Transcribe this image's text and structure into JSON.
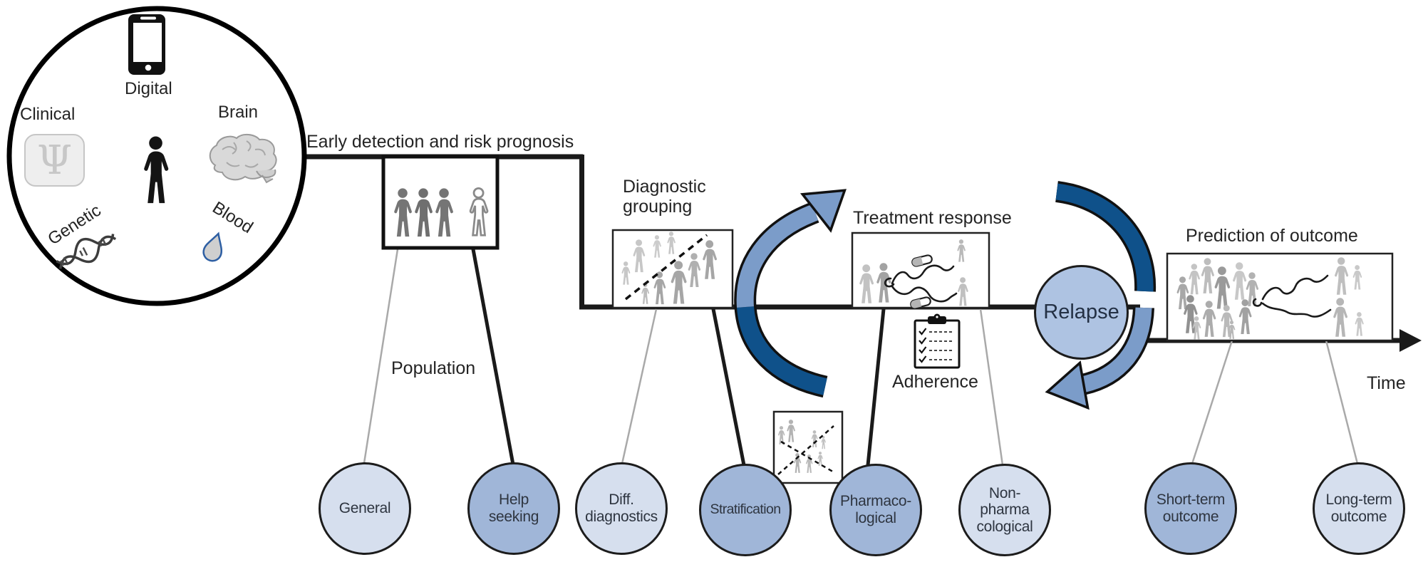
{
  "figure": {
    "sources_circle": {
      "digital_label": "Digital",
      "clinical_label": "Clinical",
      "brain_label": "Brain",
      "genetic_label": "Genetic",
      "blood_label": "Blood",
      "psi_glyph": "Ψ"
    },
    "stages": {
      "early_detection": "Early detection and risk prognosis",
      "population": "Population",
      "diagnostic_grouping": "Diagnostic\ngrouping",
      "treatment_response": "Treatment response",
      "adherence": "Adherence",
      "relapse": "Relapse",
      "prediction_of_outcome": "Prediction of outcome",
      "time_axis": "Time"
    },
    "nodes": {
      "general": "General",
      "help_seeking": "Help\nseeking",
      "diff_diagnostics": "Diff.\ndiagnostics",
      "stratification": "Stratification",
      "pharmacological": "Pharmaco-\nlogical",
      "non_pharmacological": "Non-\npharma\ncological",
      "short_term": "Short-term\noutcome",
      "long_term": "Long-term\noutcome"
    },
    "colors": {
      "node_light": "#d6dfee",
      "node_medium": "#a0b6d8",
      "relapse_fill": "#aec3e2",
      "arrow_light": "#7b9cc9",
      "arrow_dark": "#0f518a",
      "line_black": "#1a1a1a",
      "connector_grey": "#a9a9a9",
      "blood_drop_outline": "#2e5fa3"
    }
  }
}
